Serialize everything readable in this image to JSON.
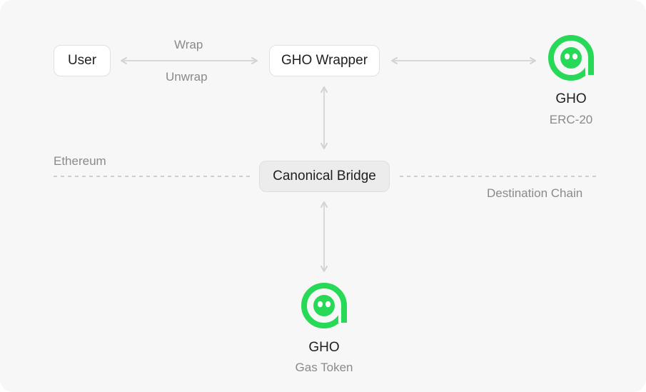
{
  "nodes": {
    "user": "User",
    "wrapper": "GHO Wrapper",
    "bridge": "Canonical Bridge"
  },
  "edges": {
    "wrap": "Wrap",
    "unwrap": "Unwrap"
  },
  "regions": {
    "left": "Ethereum",
    "right": "Destination Chain"
  },
  "tokens": {
    "erc20": {
      "name": "GHO",
      "type": "ERC-20"
    },
    "gas": {
      "name": "GHO",
      "type": "Gas Token"
    }
  },
  "colors": {
    "brand_green": "#27D957",
    "arrow": "#d6d6d6",
    "divider": "#cfcfcf"
  }
}
